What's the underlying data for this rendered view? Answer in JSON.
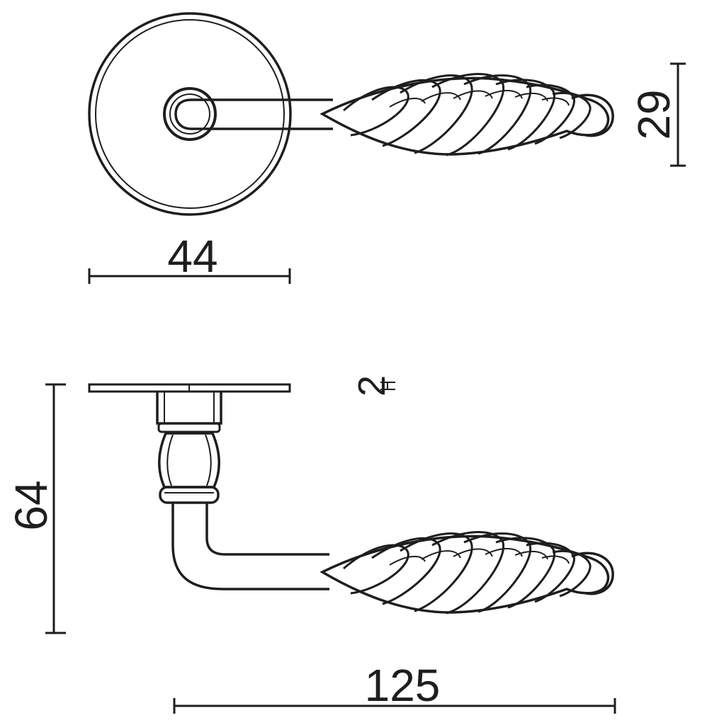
{
  "drawing": {
    "stroke_color": "#1e1e1e",
    "background": "#ffffff",
    "dimensions": {
      "rose_diameter": "44",
      "handle_height": "29",
      "projection": "64",
      "length": "125",
      "rose_thickness": "2"
    }
  }
}
